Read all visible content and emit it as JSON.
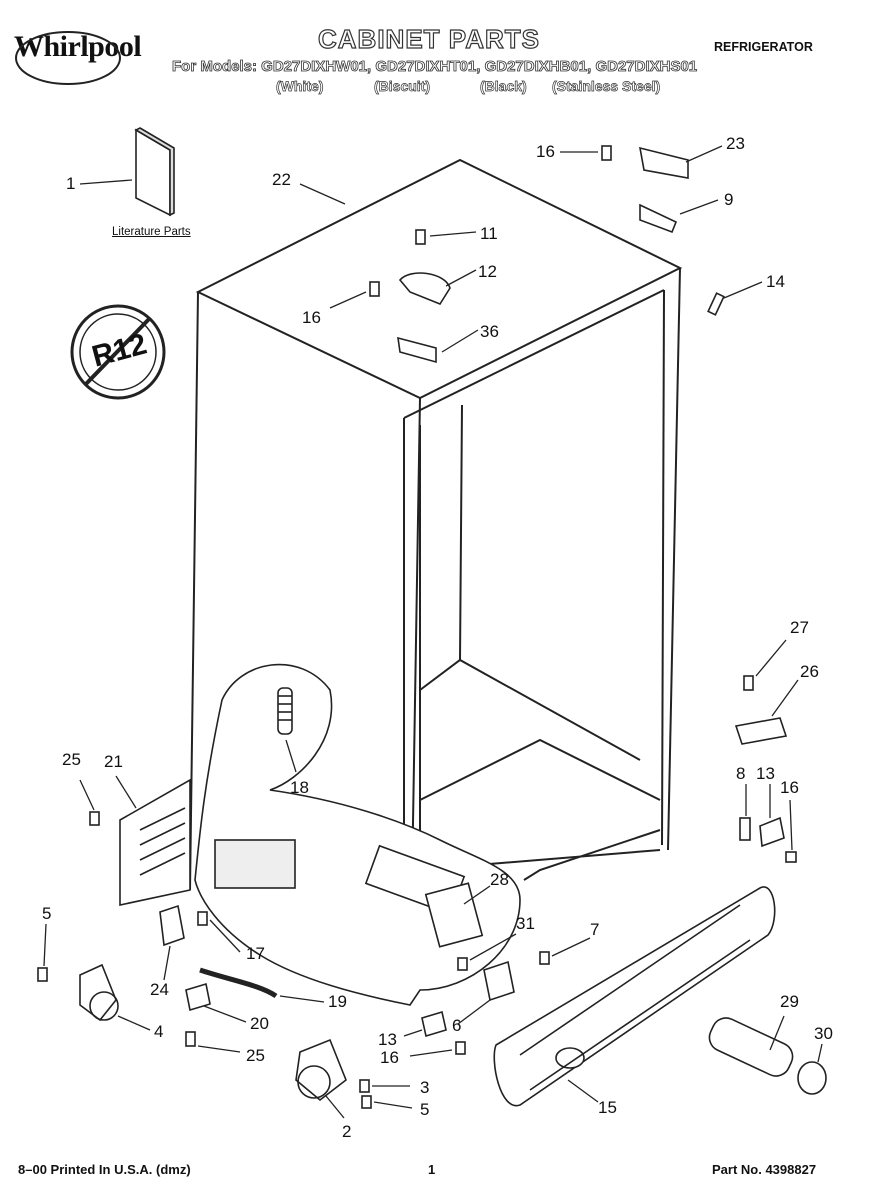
{
  "header": {
    "brand": "Whirlpool",
    "title": "CABINET PARTS",
    "models": "For Models: GD27DIXHW01, GD27DIXHT01, GD27DIXHB01, GD27DIXHS01",
    "color_white": "(White)",
    "color_biscuit": "(Biscuit)",
    "color_black": "(Black)",
    "color_stainless": "(Stainless Steel)",
    "category": "REFRIGERATOR"
  },
  "diagram": {
    "literature_label": "Literature Parts",
    "badge_text": "R12",
    "callouts": [
      "1",
      "22",
      "16",
      "23",
      "9",
      "11",
      "12",
      "14",
      "16",
      "36",
      "27",
      "26",
      "25",
      "21",
      "18",
      "8",
      "13",
      "16",
      "28",
      "31",
      "7",
      "5",
      "17",
      "24",
      "19",
      "20",
      "6",
      "13",
      "16",
      "29",
      "30",
      "4",
      "25",
      "3",
      "5",
      "2",
      "15"
    ]
  },
  "footer": {
    "printed": "8–00 Printed In U.S.A. (dmz)",
    "page": "1",
    "part_no": "Part No. 4398827"
  }
}
